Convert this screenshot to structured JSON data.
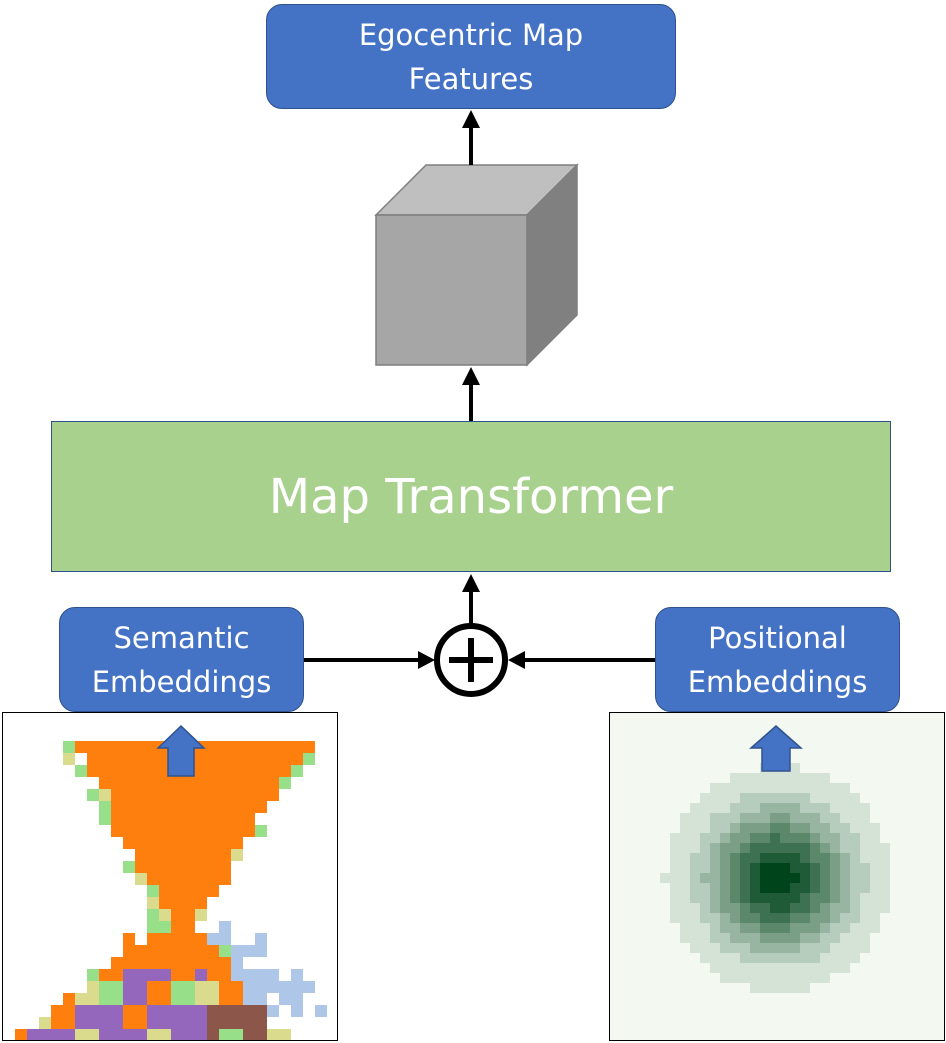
{
  "output_box": {
    "lines": [
      "Egocentric Map",
      "Features"
    ]
  },
  "transformer": {
    "label": "Map Transformer"
  },
  "semantic_box": {
    "lines": [
      "Semantic",
      "Embeddings"
    ]
  },
  "positional_box": {
    "lines": [
      "Positional",
      "Embeddings"
    ]
  },
  "colors": {
    "box_fill": "#4472c4",
    "box_border": "#2f528f",
    "transformer_fill": "#a9d18e",
    "cube_front": "#a6a6a6",
    "cube_top": "#bfbfbf",
    "cube_side": "#808080",
    "semantic_orange": "#ff7f0e",
    "semantic_purple": "#9467bd",
    "semantic_brown": "#8c564b",
    "semantic_olive": "#dbdb8d",
    "semantic_lightblue": "#aec7e8",
    "semantic_lightgreen": "#98df8a",
    "semantic_peach": "#ffbb78",
    "positional_green": "#00441b"
  },
  "icons": [
    "sum-operator-icon",
    "arrow-up-icon",
    "feature-cube-icon"
  ]
}
